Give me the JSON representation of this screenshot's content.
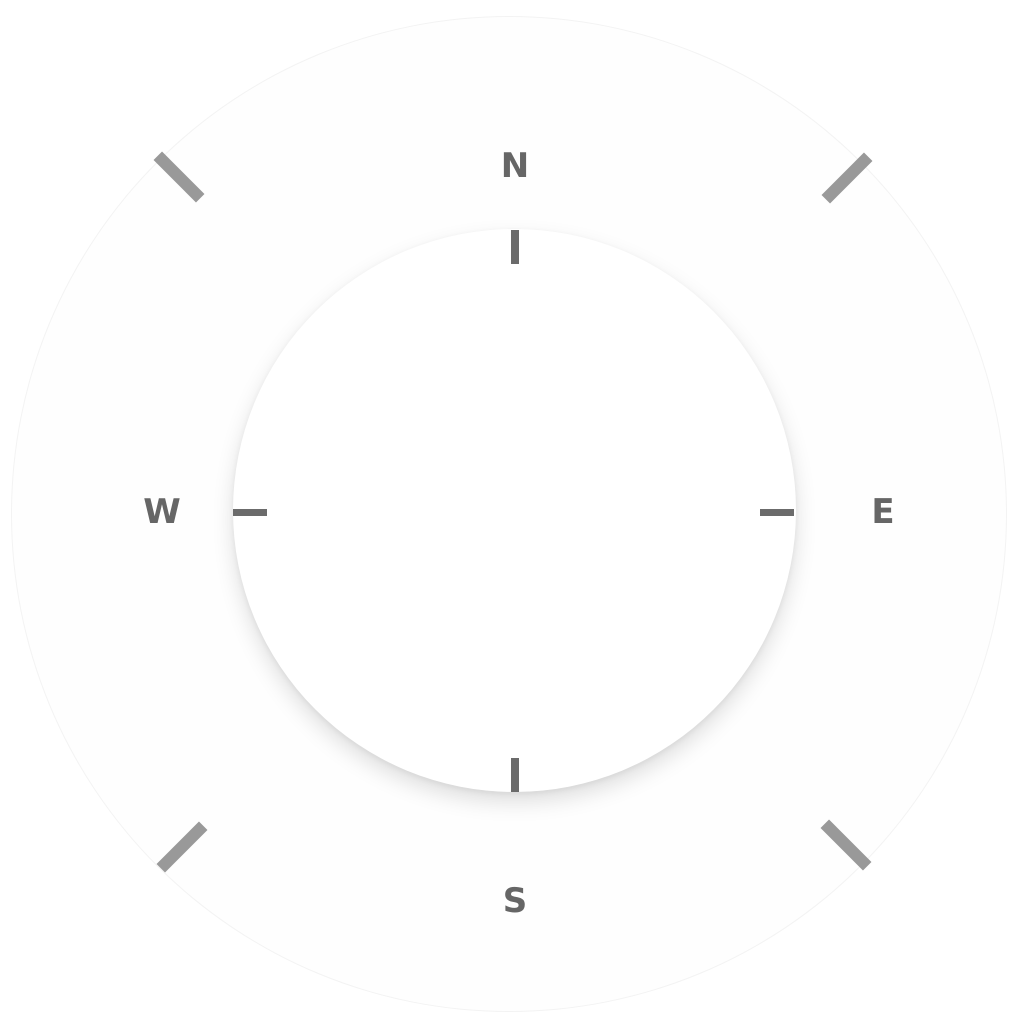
{
  "compass": {
    "north_label": "N",
    "east_label": "E",
    "south_label": "S",
    "west_label": "W"
  },
  "colors": {
    "background": "#ffffff",
    "letters": "#666666",
    "cardinal_ticks": "#6b6b6b",
    "diagonal_marks": "#999999"
  }
}
